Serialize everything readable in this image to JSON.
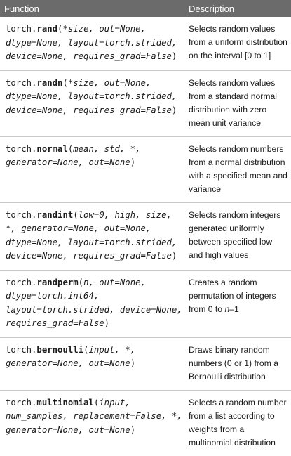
{
  "header": {
    "function_label": "Function",
    "description_label": "Description"
  },
  "rows": [
    {
      "prefix": "torch.",
      "name": "rand",
      "args": "*size, out=None, dtype=None, layout=torch.strided, device=None, requires_grad=False",
      "description": "Selects random values from a uniform distribution on the interval [0 to 1]"
    },
    {
      "prefix": "torch.",
      "name": "randn",
      "args": "*size, out=None, dtype=None, layout=torch.strided, device=None, requires_grad=False",
      "description": "Selects random values from a standard normal distribution with zero mean unit variance"
    },
    {
      "prefix": "torch.",
      "name": "normal",
      "args": "mean, std, *, generator=None, out=None",
      "description": "Selects random numbers from a normal distribution with a specified mean and variance"
    },
    {
      "prefix": "torch.",
      "name": "randint",
      "args": "low=0, high, size, *, generator=None, out=None, dtype=None, layout=torch.strided, device=None, requires_grad=False",
      "description": "Selects random integers generated uniformly between specified low and high values"
    },
    {
      "prefix": "torch.",
      "name": "randperm",
      "args": "n, out=None, dtype=torch.int64, layout=torch.strided, device=None, requires_grad=False",
      "description_prefix": "Creates a random permutation of integers from 0 to ",
      "description_em": "n",
      "description_suffix": "–1"
    },
    {
      "prefix": "torch.",
      "name": "bernoulli",
      "args": "input, *, generator=None, out=None",
      "description": "Draws binary random numbers (0 or 1) from a Bernoulli distribution"
    },
    {
      "prefix": "torch.",
      "name": "multinomial",
      "args": "input, num_samples, replacement=False, *, generator=None, out=None",
      "description": "Selects a random number from a list according to weights from a multinomial distribution"
    }
  ]
}
